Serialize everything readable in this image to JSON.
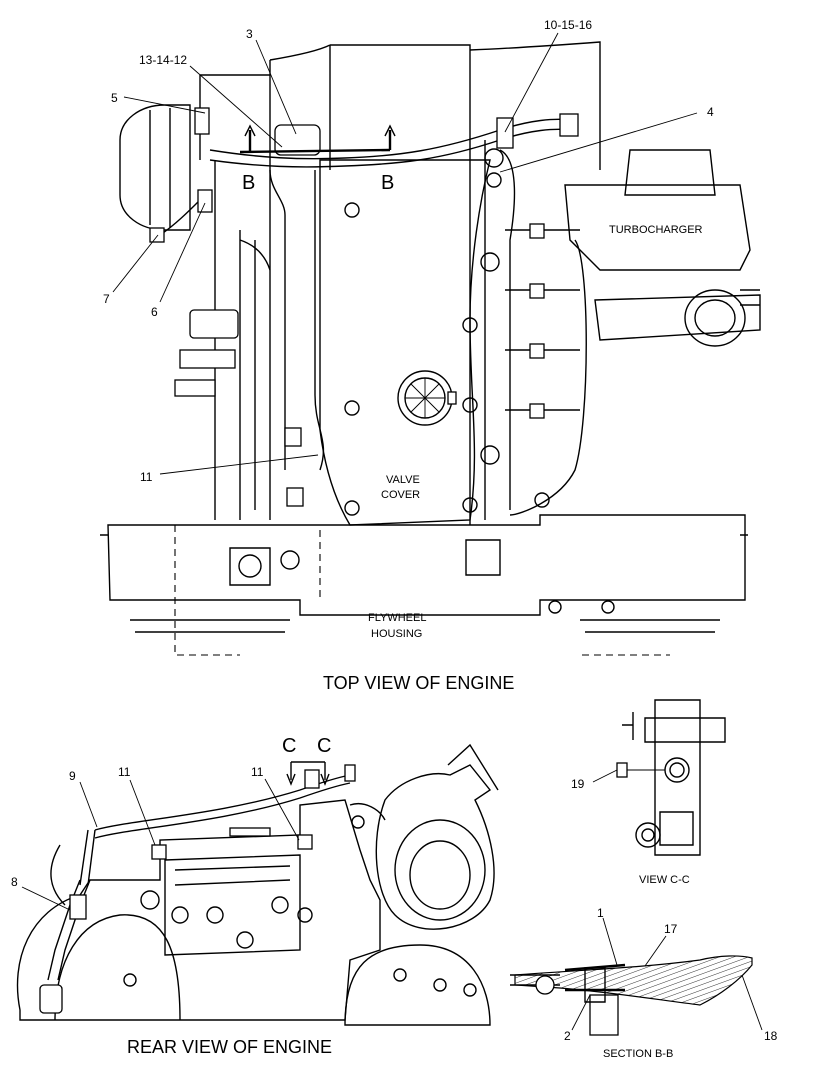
{
  "views": {
    "top": {
      "caption": "TOP VIEW OF ENGINE",
      "section_marks": [
        "B",
        "B"
      ],
      "part_labels": {
        "turbocharger": "TURBOCHARGER",
        "valve_cover_1": "VALVE",
        "valve_cover_2": "COVER",
        "flywheel_housing_1": "FLYWHEEL",
        "flywheel_housing_2": "HOUSING"
      },
      "callouts": [
        "3",
        "13-14-12",
        "5",
        "10-15-16",
        "4",
        "7",
        "6",
        "11"
      ]
    },
    "rear": {
      "caption": "REAR VIEW OF ENGINE",
      "section_marks": [
        "C",
        "C"
      ],
      "callouts": [
        "9",
        "11",
        "11",
        "8"
      ]
    },
    "view_cc": {
      "caption": "VIEW C-C",
      "callouts": [
        "19"
      ]
    },
    "section_bb": {
      "caption": "SECTION B-B",
      "callouts": [
        "1",
        "17",
        "2",
        "18"
      ]
    }
  }
}
